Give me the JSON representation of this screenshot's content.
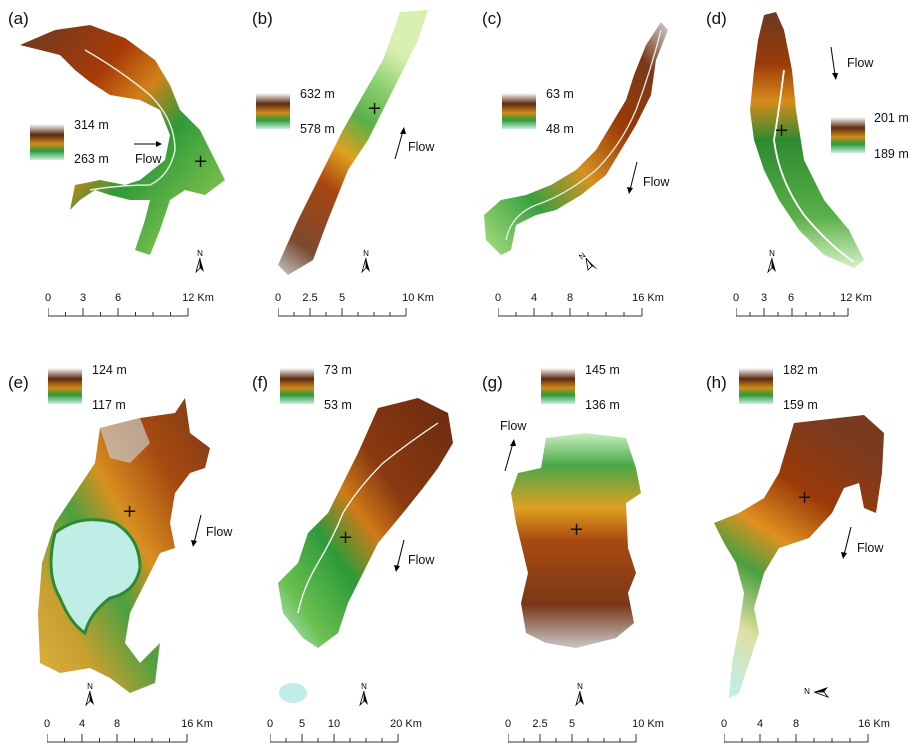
{
  "panels": [
    {
      "label": "(a)",
      "legend_max": "314 m",
      "legend_min": "263 m",
      "flow": "Flow",
      "scale_ticks": [
        "0",
        "3",
        "6",
        "12 Km"
      ]
    },
    {
      "label": "(b)",
      "legend_max": "632 m",
      "legend_min": "578 m",
      "flow": "Flow",
      "scale_ticks": [
        "0",
        "2.5",
        "5",
        "10 Km"
      ]
    },
    {
      "label": "(c)",
      "legend_max": "63 m",
      "legend_min": "48 m",
      "flow": "Flow",
      "scale_ticks": [
        "0",
        "4",
        "8",
        "16 Km"
      ]
    },
    {
      "label": "(d)",
      "legend_max": "201 m",
      "legend_min": "189 m",
      "flow": "Flow",
      "scale_ticks": [
        "0",
        "3",
        "6",
        "12 Km"
      ]
    },
    {
      "label": "(e)",
      "legend_max": "124 m",
      "legend_min": "117 m",
      "flow": "Flow",
      "scale_ticks": [
        "0",
        "4",
        "8",
        "16 Km"
      ]
    },
    {
      "label": "(f)",
      "legend_max": "73 m",
      "legend_min": "53 m",
      "flow": "Flow",
      "scale_ticks": [
        "0",
        "5",
        "10",
        "20 Km"
      ]
    },
    {
      "label": "(g)",
      "legend_max": "145 m",
      "legend_min": "136 m",
      "flow": "Flow",
      "scale_ticks": [
        "0",
        "2.5",
        "5",
        "10 Km"
      ]
    },
    {
      "label": "(h)",
      "legend_max": "182 m",
      "legend_min": "159 m",
      "flow": "Flow",
      "scale_ticks": [
        "0",
        "4",
        "8",
        "16 Km"
      ]
    }
  ],
  "north_label": "N",
  "colors": {
    "high": "#5a2a10",
    "mid": "#d08a1a",
    "low": "#2e9a3a",
    "lowest": "#c8f0e0",
    "water": "#bfeee6"
  }
}
